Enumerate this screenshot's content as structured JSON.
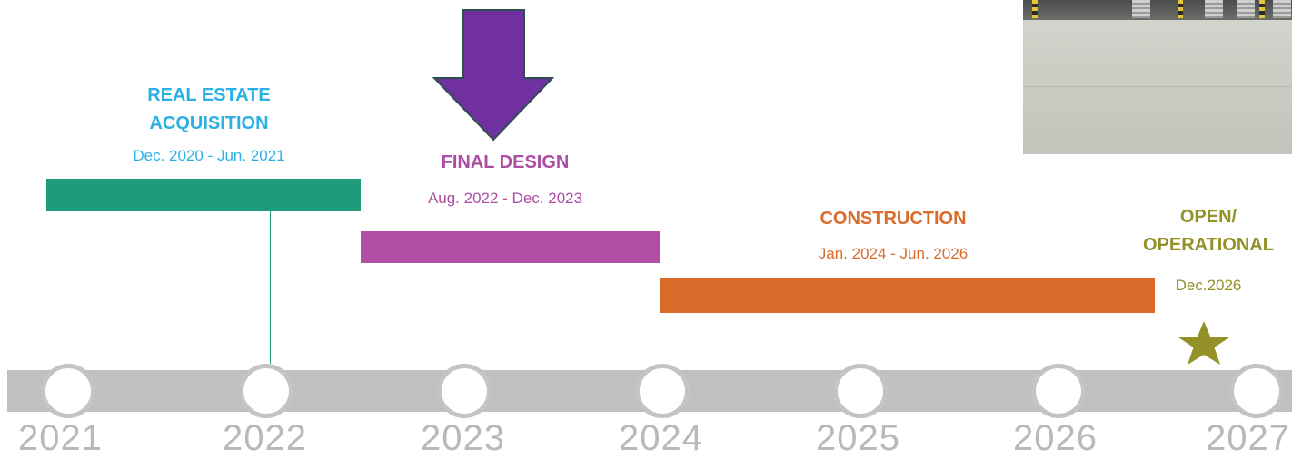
{
  "phases": [
    {
      "title_line1": "REAL ESTATE",
      "title_line2": "ACQUISITION",
      "dates": "Dec. 2020 - Jun. 2021",
      "color": "#2bb0e3",
      "bar_color": "#1e9c7a"
    },
    {
      "title": "FINAL DESIGN",
      "dates": "Aug. 2022 - Dec. 2023",
      "color": "#ad4ea5",
      "bar_color": "#b04fa5"
    },
    {
      "title": "CONSTRUCTION",
      "dates": "Jan. 2024 - Jun. 2026",
      "color": "#d96c2b",
      "bar_color": "#d96a29"
    },
    {
      "title_line1": "OPEN/",
      "title_line2": "OPERATIONAL",
      "dates": "Dec.2026",
      "color": "#939127"
    }
  ],
  "years": [
    "2021",
    "2022",
    "2023",
    "2024",
    "2025",
    "2026",
    "2027"
  ],
  "colors": {
    "timeline": "#c0c0c0",
    "arrow": "#7030a0",
    "star": "#939127",
    "year_text": "#b9b9b9"
  },
  "icons": {
    "current_marker": "down-arrow-icon",
    "milestone": "star-icon"
  }
}
